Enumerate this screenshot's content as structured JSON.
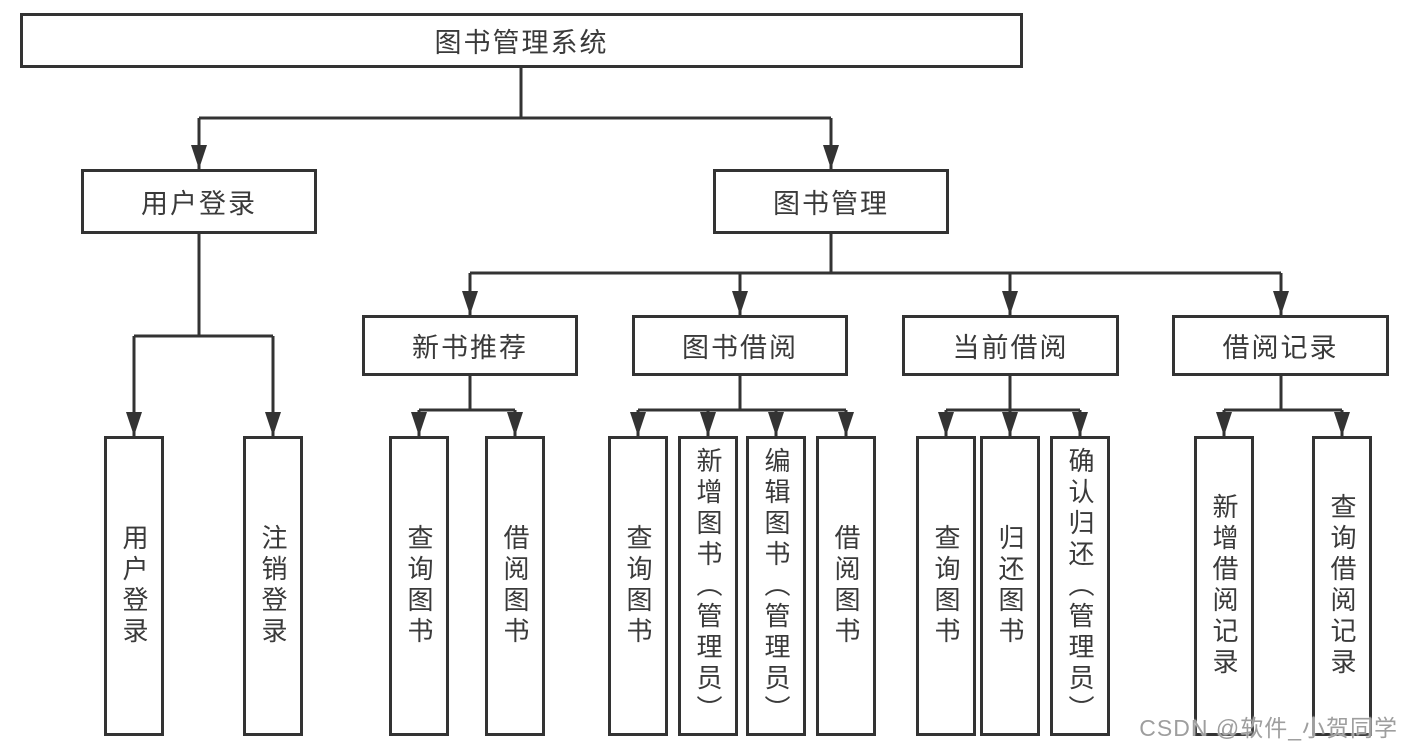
{
  "diagram": {
    "root": {
      "label": "图书管理系统"
    },
    "level2": [
      {
        "id": "user-login-group",
        "label": "用户登录"
      },
      {
        "id": "book-management",
        "label": "图书管理"
      }
    ],
    "level3": [
      {
        "id": "new-book-recommend",
        "label": "新书推荐"
      },
      {
        "id": "book-borrow",
        "label": "图书借阅"
      },
      {
        "id": "current-borrow",
        "label": "当前借阅"
      },
      {
        "id": "borrow-records",
        "label": "借阅记录"
      }
    ],
    "leaves": [
      {
        "id": "user-login",
        "label": "用户登录"
      },
      {
        "id": "logout",
        "label": "注销登录"
      },
      {
        "id": "query-book-recommend",
        "label": "查询图书"
      },
      {
        "id": "borrow-book-recommend",
        "label": "借阅图书"
      },
      {
        "id": "query-book-borrow",
        "label": "查询图书"
      },
      {
        "id": "add-book-admin",
        "label": "新增图书（管理员）"
      },
      {
        "id": "edit-book-admin",
        "label": "编辑图书（管理员）"
      },
      {
        "id": "borrow-book",
        "label": "借阅图书"
      },
      {
        "id": "query-book-current",
        "label": "查询图书"
      },
      {
        "id": "return-book",
        "label": "归还图书"
      },
      {
        "id": "confirm-return-admin",
        "label": "确认归还（管理员）"
      },
      {
        "id": "add-borrow-record",
        "label": "新增借阅记录"
      },
      {
        "id": "query-borrow-record",
        "label": "查询借阅记录"
      }
    ],
    "colors": {
      "line": "#333333",
      "text": "#3a3a3a",
      "box_background": "#ffffff",
      "watermark": "#9e9e9e"
    }
  },
  "watermark": {
    "text": "CSDN @软件_小贺同学"
  }
}
